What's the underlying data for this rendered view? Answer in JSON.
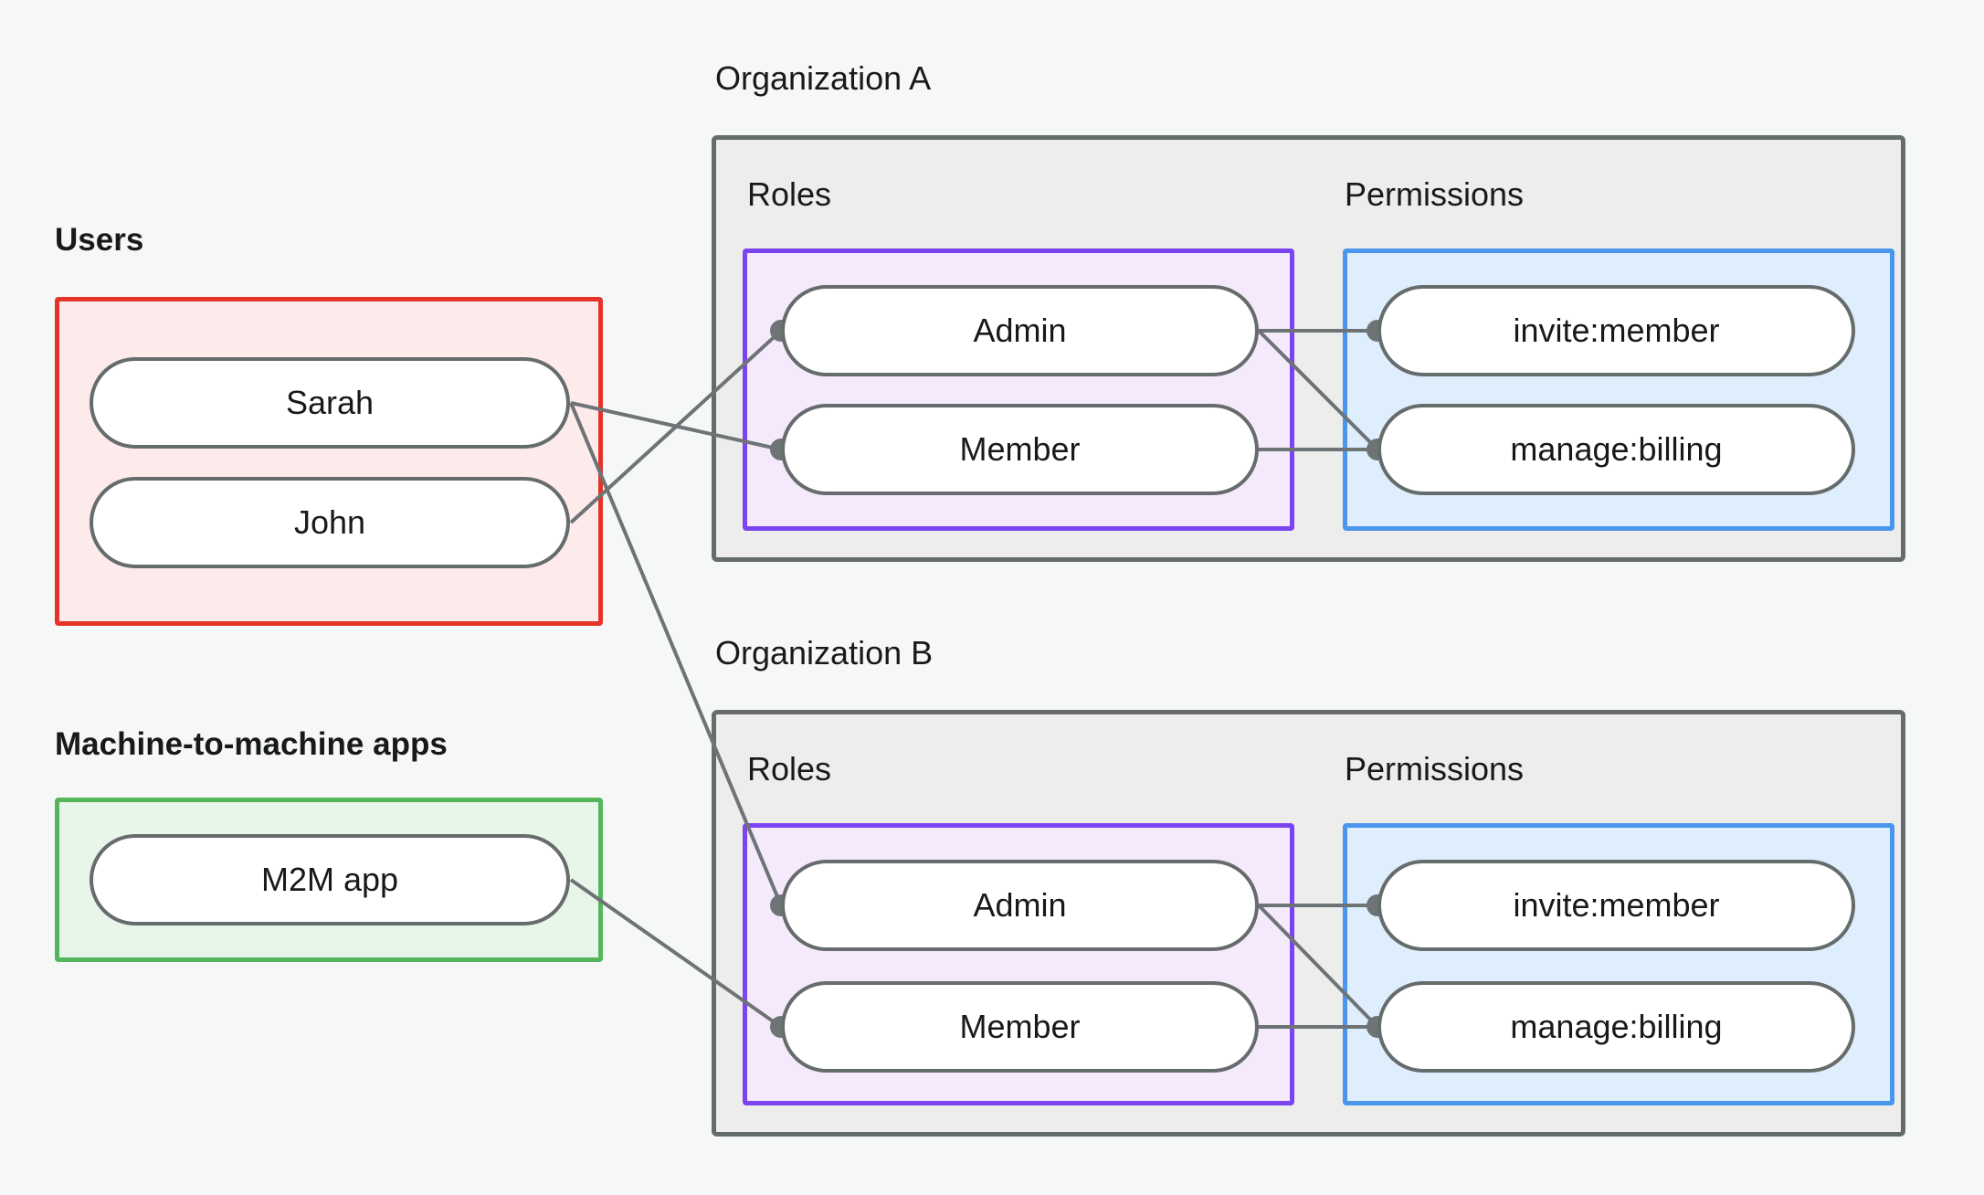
{
  "diagram": {
    "title_users": "Users",
    "title_m2m": "Machine-to-machine apps",
    "title_org_a": "Organization A",
    "title_org_b": "Organization B",
    "label_roles": "Roles",
    "label_permissions": "Permissions"
  },
  "colors": {
    "background": "#f6f8f7",
    "users_border": "#e63329",
    "users_fill": "#fdebeb",
    "m2m_border": "#54b65c",
    "m2m_fill": "#e8f6e9",
    "org_border": "#666b6b",
    "org_fill": "#ededeb",
    "roles_border": "#7b44f0",
    "roles_fill": "#f4eafc",
    "perms_border": "#4a96ec",
    "perms_fill": "#dfeefd",
    "pill_border": "#666b6b",
    "pill_fill": "#ffffff",
    "edge": "#6e7376",
    "text": "#17191a"
  },
  "users": {
    "heading": "Users",
    "items": [
      {
        "id": "sarah",
        "label": "Sarah"
      },
      {
        "id": "john",
        "label": "John"
      }
    ]
  },
  "m2m": {
    "heading": "Machine-to-machine apps",
    "items": [
      {
        "id": "m2m-app",
        "label": "M2M app"
      }
    ]
  },
  "organizations": [
    {
      "id": "org-a",
      "title": "Organization A",
      "roles_label": "Roles",
      "permissions_label": "Permissions",
      "roles": [
        {
          "id": "org-a-admin",
          "label": "Admin"
        },
        {
          "id": "org-a-member",
          "label": "Member"
        }
      ],
      "permissions": [
        {
          "id": "org-a-invite",
          "label": "invite:member"
        },
        {
          "id": "org-a-billing",
          "label": "manage:billing"
        }
      ]
    },
    {
      "id": "org-b",
      "title": "Organization B",
      "roles_label": "Roles",
      "permissions_label": "Permissions",
      "roles": [
        {
          "id": "org-b-admin",
          "label": "Admin"
        },
        {
          "id": "org-b-member",
          "label": "Member"
        }
      ],
      "permissions": [
        {
          "id": "org-b-invite",
          "label": "invite:member"
        },
        {
          "id": "org-b-billing",
          "label": "manage:billing"
        }
      ]
    }
  ],
  "edges": [
    {
      "from": "john",
      "to": "org-a-admin"
    },
    {
      "from": "sarah",
      "to": "org-a-member"
    },
    {
      "from": "sarah",
      "to": "org-b-admin"
    },
    {
      "from": "m2m-app",
      "to": "org-b-member"
    },
    {
      "from": "org-a-admin",
      "to": "org-a-invite"
    },
    {
      "from": "org-a-admin",
      "to": "org-a-billing"
    },
    {
      "from": "org-a-member",
      "to": "org-a-billing"
    },
    {
      "from": "org-b-admin",
      "to": "org-b-invite"
    },
    {
      "from": "org-b-admin",
      "to": "org-b-billing"
    },
    {
      "from": "org-b-member",
      "to": "org-b-billing"
    }
  ]
}
